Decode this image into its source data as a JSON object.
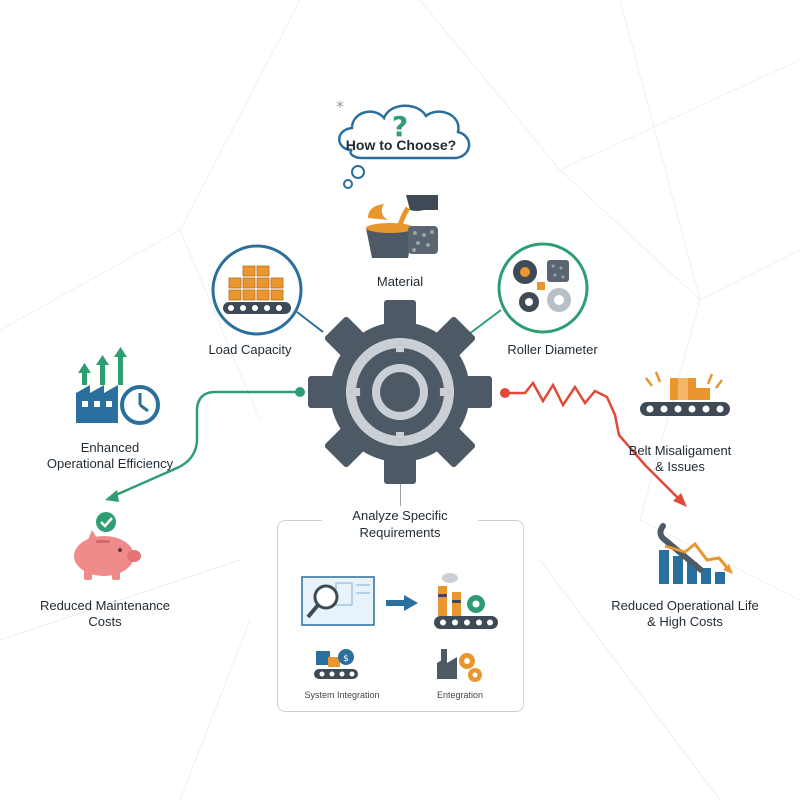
{
  "title_bubble": "How to Choose?",
  "factors": {
    "material": "Material",
    "load_capacity": "Load Capacity",
    "roller_diameter": "Roller Diameter"
  },
  "benefits": {
    "efficiency_line1": "Enhanced",
    "efficiency_line2": "Operational Efficiency",
    "maintenance_line1": "Reduced Maintenance",
    "maintenance_line2": "Costs"
  },
  "risks": {
    "misalignment_line1": "Belt Misaligament",
    "misalignment_line2": "& Issues",
    "life_line1": "Reduced Operational Life",
    "life_line2": "& High Costs"
  },
  "analysis": {
    "title_line1": "Analyze Specific",
    "title_line2": "Requirements",
    "system_integration": "System Integration",
    "integration": "Entegration"
  },
  "colors": {
    "gear": "#4d5964",
    "teal": "#2e9e72",
    "blue": "#2b6f9e",
    "orange": "#e9962e",
    "red": "#e04a37",
    "piggy": "#f08b8b"
  }
}
